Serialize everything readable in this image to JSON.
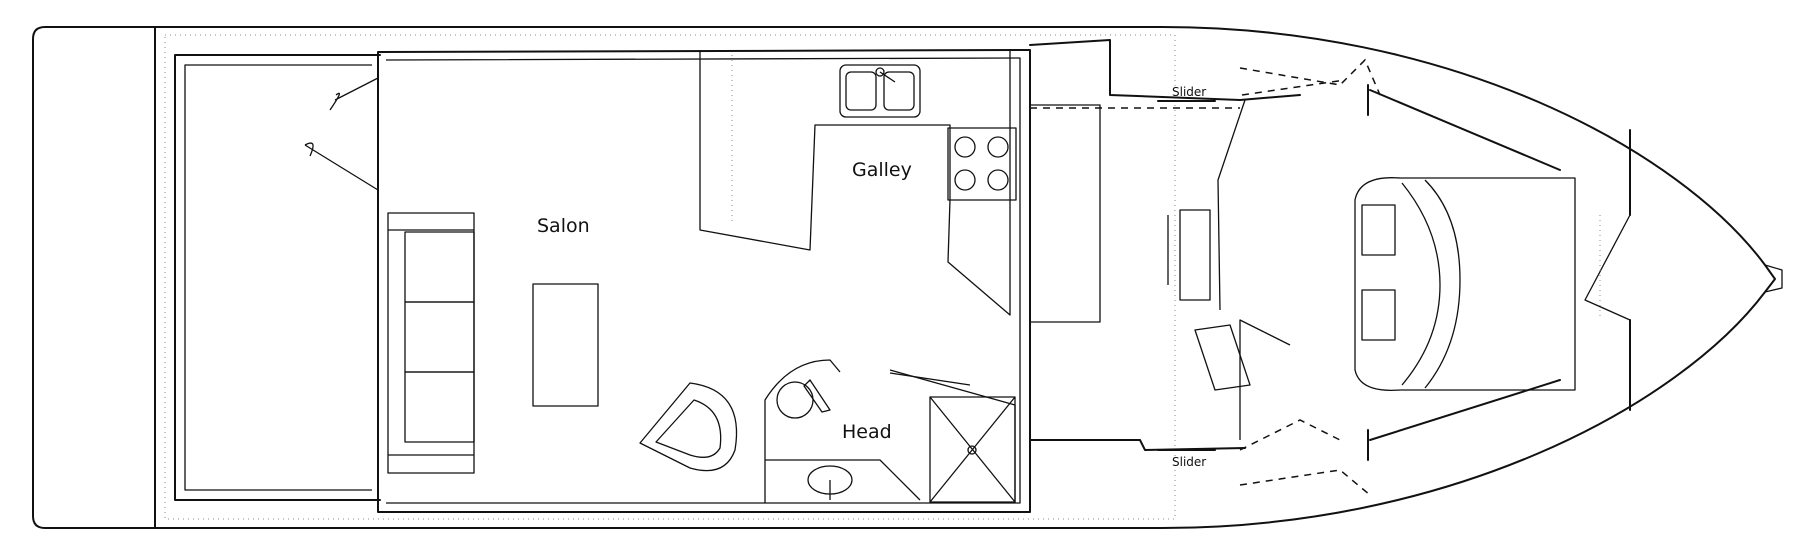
{
  "labels": {
    "salon": "Salon",
    "galley": "Galley",
    "head": "Head",
    "slider_top": "Slider",
    "slider_bottom": "Slider"
  },
  "colors": {
    "line": "#111111",
    "background": "#ffffff"
  }
}
